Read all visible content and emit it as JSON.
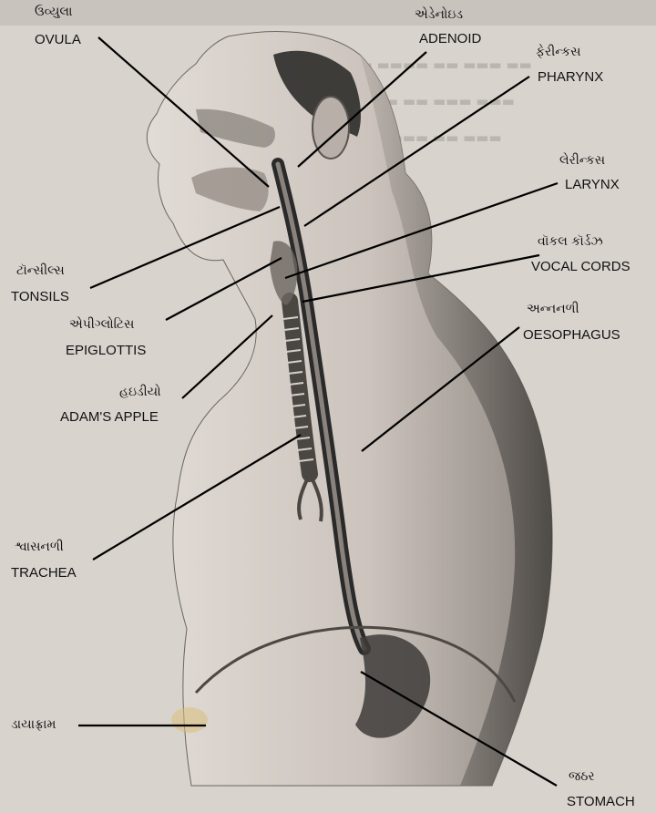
{
  "diagram": {
    "labels": [
      {
        "id": "ovula",
        "gu": "ઉવ્યુલા",
        "en": "OVULA"
      },
      {
        "id": "adenoid",
        "gu": "એડેનોઇડ",
        "en": "ADENOID"
      },
      {
        "id": "pharynx",
        "gu": "ફેરીન્કસ",
        "en": "PHARYNX"
      },
      {
        "id": "larynx",
        "gu": "લેરીન્કસ",
        "en": "LARYNX"
      },
      {
        "id": "vocal_cords",
        "gu": "વૉકલ કૉર્ડઝ",
        "en": "VOCAL CORDS"
      },
      {
        "id": "tonsils",
        "gu": "ટૉન્સીલ્સ",
        "en": "TONSILS"
      },
      {
        "id": "oesophagus",
        "gu": "અન્નનળી",
        "en": "OESOPHAGUS"
      },
      {
        "id": "epiglottis",
        "gu": "એપીગ્લોટિસ",
        "en": "EPIGLOTTIS"
      },
      {
        "id": "adams_apple",
        "gu": "હઇડીયો",
        "en": "ADAM'S APPLE"
      },
      {
        "id": "trachea",
        "gu": "શ્વાસનળી",
        "en": "TRACHEA"
      },
      {
        "id": "diaphragm",
        "gu": "ડાયાફ્રામ",
        "en": ""
      },
      {
        "id": "stomach",
        "gu": "જઠર",
        "en": "STOMACH"
      }
    ]
  },
  "colors": {
    "background": "#d9d3ce",
    "body_fill": "#cfc8c2",
    "tube_dark": "#2a2a2a",
    "leader_line": "#000000",
    "label_text": "#111111"
  }
}
